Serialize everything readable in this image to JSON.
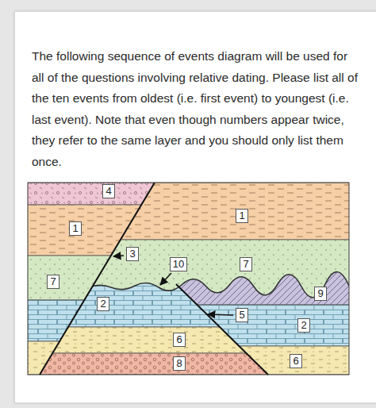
{
  "diagram": {
    "title": "The following sequence of events diagram will be used for all of the questions involving relative dating. Please list all of the ten events from oldest (i.e. first event) to youngest (i.e. last event). Note that even though numbers appear twice, they refer to the same layer and you should only list them once.",
    "labels": [
      "4",
      "1",
      "1",
      "3",
      "10",
      "7",
      "7",
      "9",
      "2",
      "5",
      "2",
      "6",
      "8",
      "6"
    ]
  }
}
